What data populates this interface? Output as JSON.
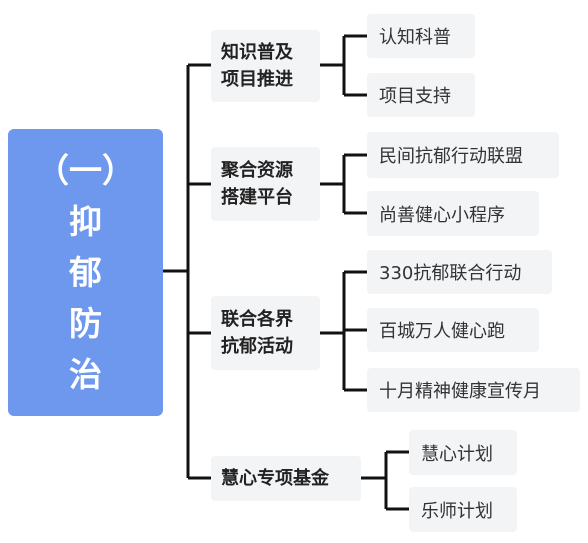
{
  "root": {
    "lines": [
      "（一）",
      "抑",
      "郁",
      "防",
      "治"
    ]
  },
  "branches": [
    {
      "lines": [
        "知识普及",
        "项目推进"
      ],
      "leaves": [
        "认知科普",
        "项目支持"
      ]
    },
    {
      "lines": [
        "聚合资源",
        "搭建平台"
      ],
      "leaves": [
        "民间抗郁行动联盟",
        "尚善健心小程序"
      ]
    },
    {
      "lines": [
        "联合各界",
        "抗郁活动"
      ],
      "leaves": [
        "330抗郁联合行动",
        "百城万人健心跑",
        "十月精神健康宣传月"
      ]
    },
    {
      "lines": [
        "慧心专项基金"
      ],
      "leaves": [
        "慧心计划",
        "乐师计划"
      ]
    }
  ],
  "colors": {
    "root_bg": "#6e97ee",
    "node_bg": "#f3f4f6",
    "line": "#111111"
  }
}
